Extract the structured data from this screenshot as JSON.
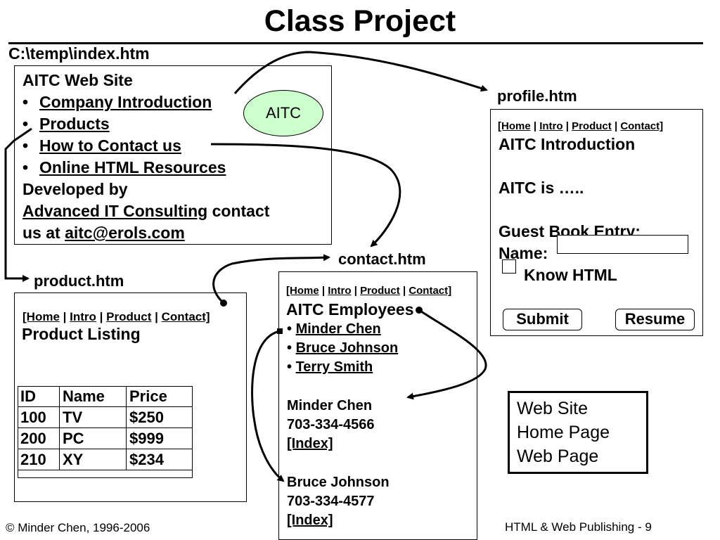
{
  "title": "Class Project",
  "index": {
    "path": "C:\\temp\\index.htm",
    "heading": "AITC Web Site",
    "bullet": "•",
    "links": [
      "Company Introduction",
      "Products",
      "How to Contact us",
      "Online HTML Resources"
    ],
    "developed_by": "Developed by",
    "company_link": "Advanced IT Consulting",
    "contact_text": "contact",
    "us_at": "us at",
    "email": "aitc@erols.com",
    "logo": "AITC"
  },
  "nav": {
    "home": "[Home",
    "sep": "|",
    "intro": "Intro",
    "product": "Product",
    "contact": "Contact]"
  },
  "profile": {
    "filename": "profile.htm",
    "heading": "AITC Introduction",
    "body": "AITC is …..",
    "guest_book": "Guest Book Entry:",
    "name_label": "Name:",
    "checkbox_label": "Know HTML",
    "submit": "Submit",
    "reset": "Resume"
  },
  "product": {
    "filename": "product.htm",
    "heading": "Product Listing",
    "columns": [
      "ID",
      "Name",
      "Price"
    ],
    "rows": [
      [
        "100",
        "TV",
        "$250"
      ],
      [
        "200",
        "PC",
        "$999"
      ],
      [
        "210",
        "XY",
        "$234"
      ]
    ]
  },
  "contact": {
    "filename": "contact.htm",
    "heading": "AITC Employees",
    "employees": [
      "Minder Chen",
      "Bruce Johnson",
      "Terry Smith"
    ],
    "entry1": {
      "name": "Minder Chen",
      "phone": "703-334-4566",
      "link": "[Index]"
    },
    "entry2": {
      "name": "Bruce Johnson",
      "phone": "703-334-4577",
      "link": "[Index]"
    }
  },
  "legend": [
    "Web Site",
    "Home Page",
    "Web Page"
  ],
  "footer": {
    "left": "© Minder Chen, 1996-2006",
    "right": "HTML & Web Publishing - 9"
  }
}
